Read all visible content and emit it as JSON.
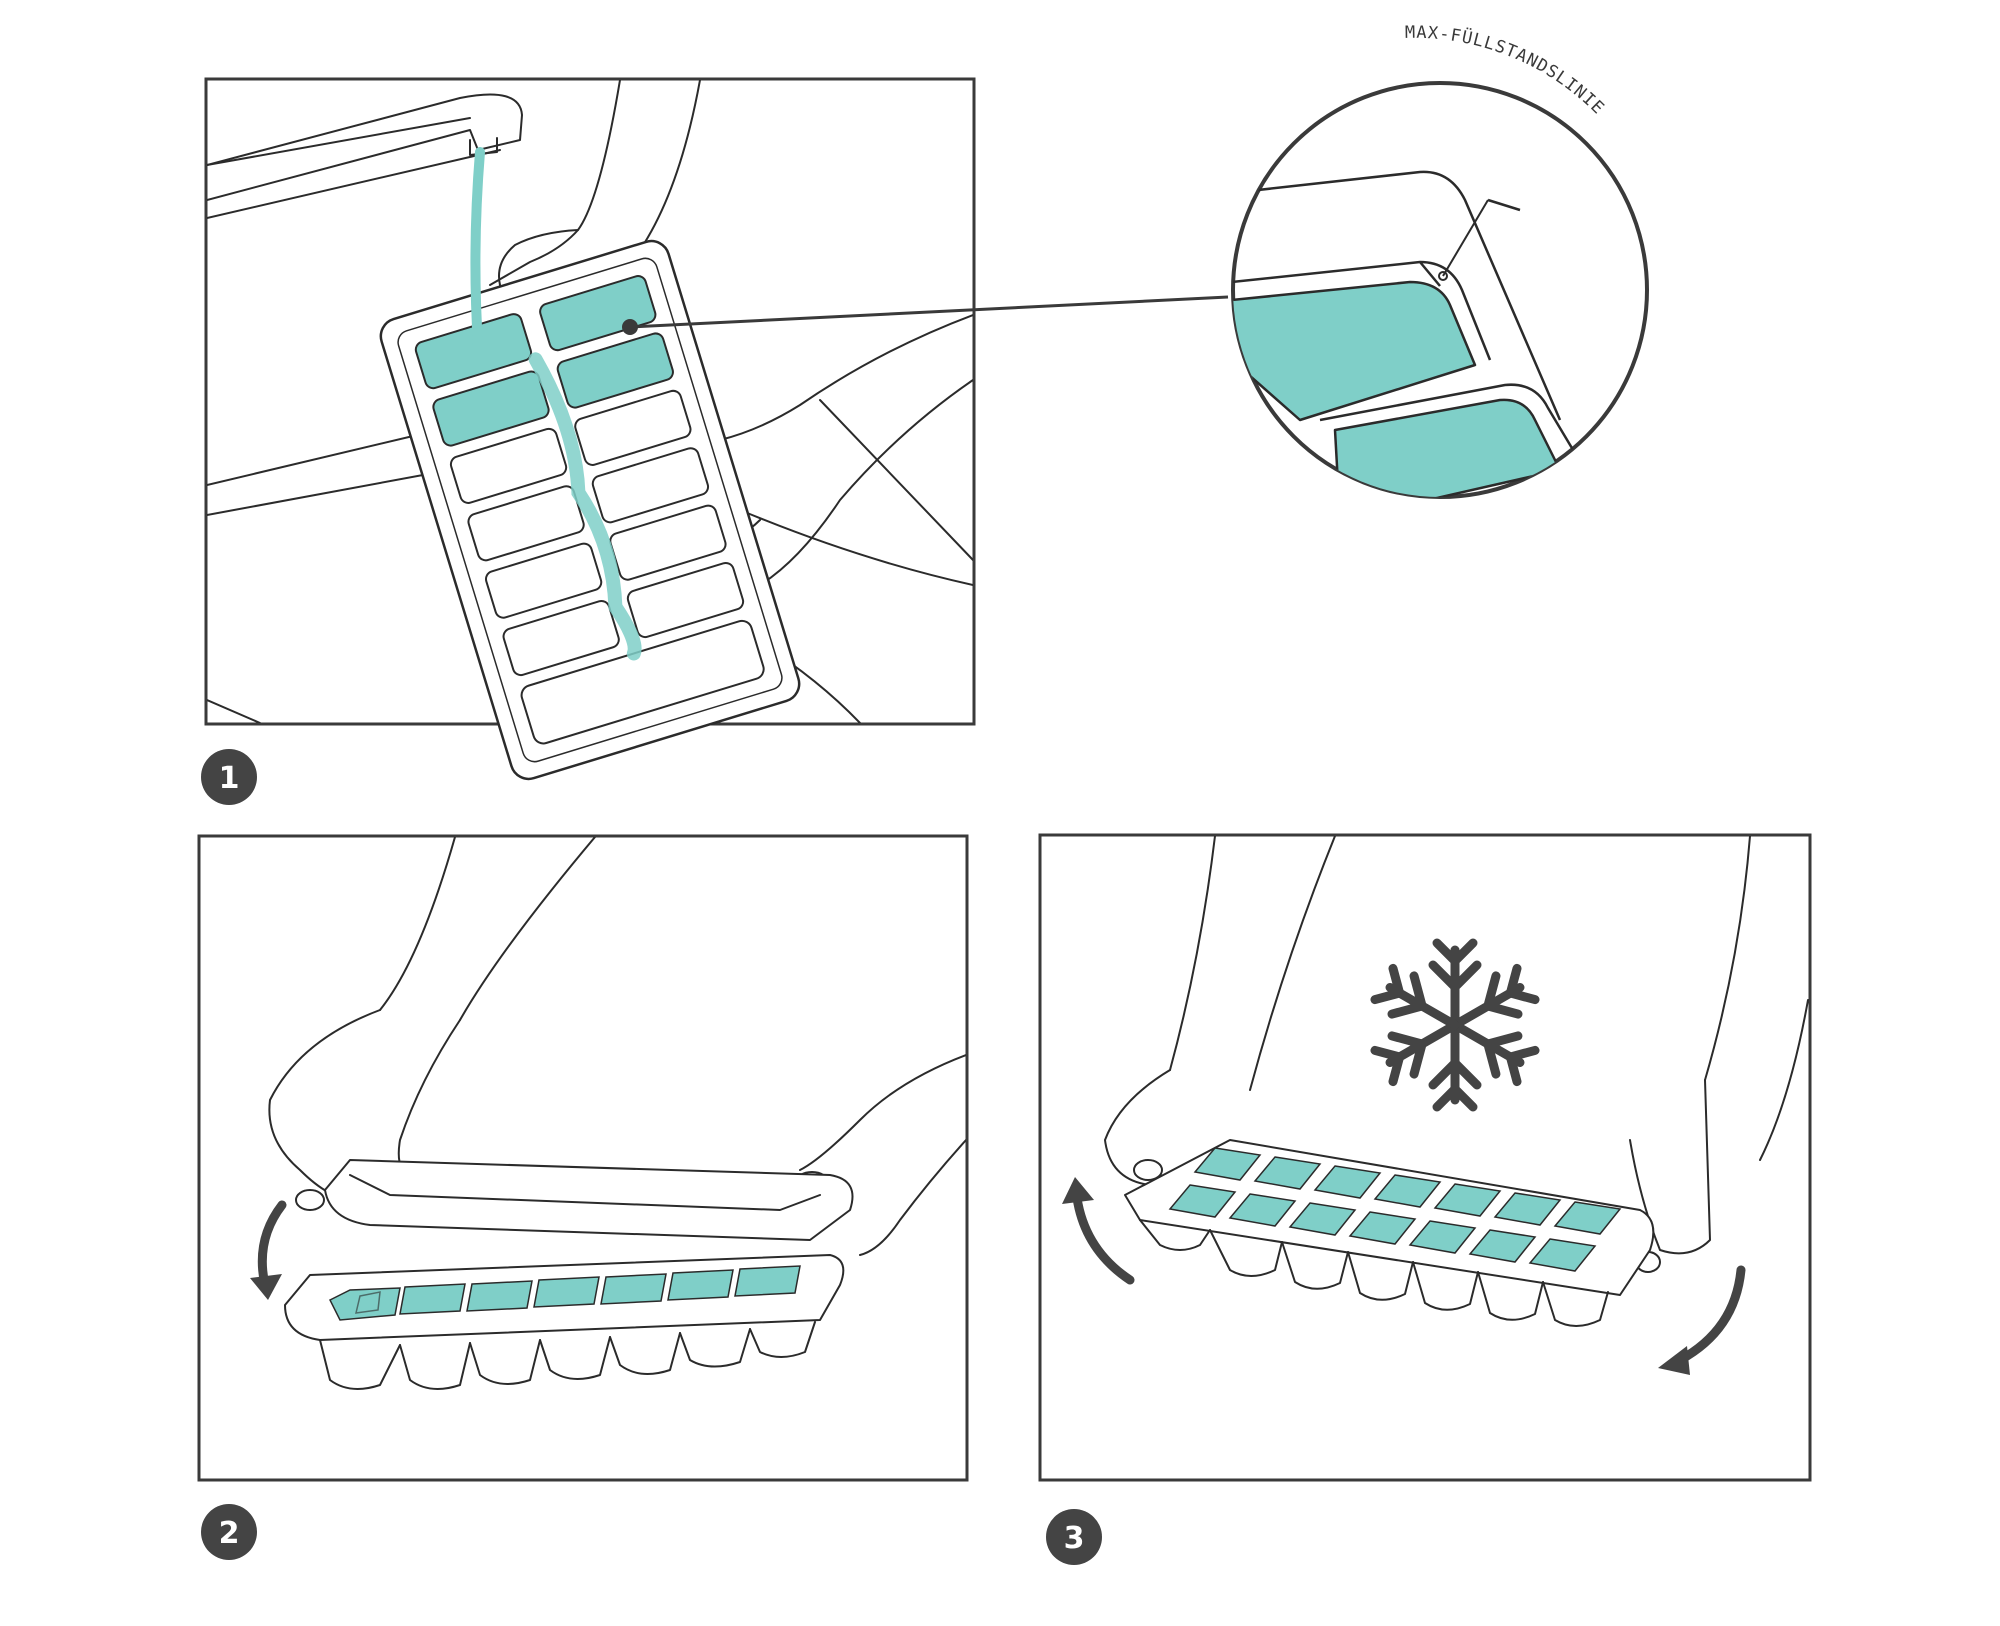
{
  "colors": {
    "line": "#2b2b2b",
    "frame": "#3a3a3a",
    "water": "#7fcfc8",
    "water_dark": "#5fbdb5",
    "badge_bg": "#444444",
    "badge_text": "#ffffff",
    "background": "#ffffff"
  },
  "steps": [
    {
      "number": "1",
      "panel": "fill-tray-under-tap"
    },
    {
      "number": "2",
      "panel": "close-lid-on-tray"
    },
    {
      "number": "3",
      "panel": "freeze-and-twist"
    }
  ],
  "callout": {
    "label": "MAX-FÜLLSTANDSLINIE"
  },
  "icons": {
    "snowflake": "snowflake-icon",
    "rotate_left": "curved-arrow-up-icon",
    "rotate_right": "curved-arrow-down-icon",
    "down_arrow": "curved-arrow-down-left-icon"
  }
}
